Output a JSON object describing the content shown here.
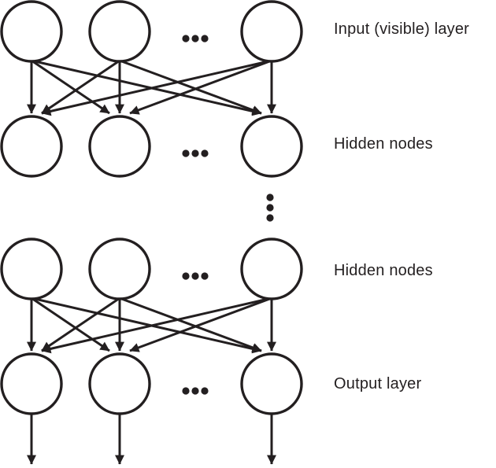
{
  "figure": {
    "type": "neural-network-layer-diagram",
    "ink_color": "#231f20",
    "background_color": "#ffffff",
    "rows": [
      {
        "id": "input",
        "label": "Input (visible) layer",
        "nodes_shown": 3,
        "ellipsis": "•••"
      },
      {
        "id": "hidden1",
        "label": "Hidden nodes",
        "nodes_shown": 3,
        "ellipsis": "•••"
      },
      {
        "id": "hidden2",
        "label": "Hidden nodes",
        "nodes_shown": 3,
        "ellipsis": "•••"
      },
      {
        "id": "output",
        "label": "Output layer",
        "nodes_shown": 3,
        "ellipsis": "•••"
      }
    ],
    "connections": [
      {
        "from": "input",
        "to": "hidden1",
        "style": "fully-connected",
        "direction": "downward-arrows"
      },
      {
        "from": "hidden2",
        "to": "output",
        "style": "fully-connected",
        "direction": "downward-arrows"
      }
    ],
    "inter_layer_ellipsis": {
      "between": [
        "hidden1",
        "hidden2"
      ],
      "glyph": "⋮"
    },
    "output_arrows": {
      "from_row": "output",
      "count": 3,
      "direction": "down"
    }
  }
}
